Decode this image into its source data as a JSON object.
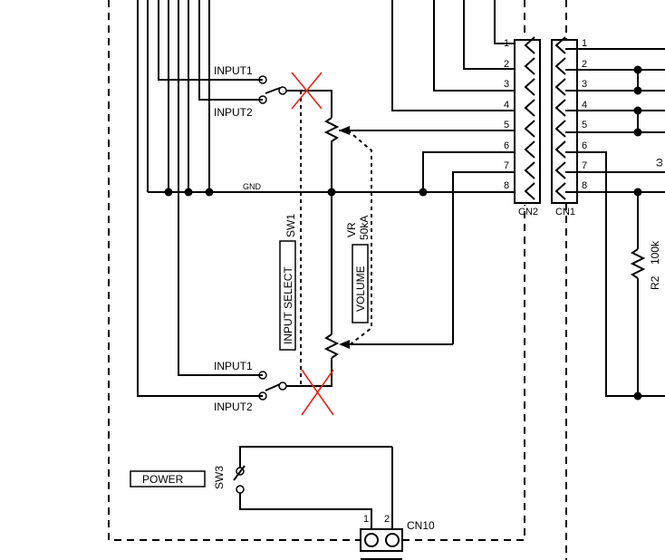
{
  "sw1": {
    "top_input1": "INPUT1",
    "top_input2": "INPUT2",
    "bottom_input1": "INPUT1",
    "bottom_input2": "INPUT2",
    "ref": "SW1",
    "function_label": "INPUT SELECT"
  },
  "vr": {
    "ref": "VR",
    "value": "50kA",
    "function_label": "VOLUME"
  },
  "gnd_label": "GND",
  "cn2": {
    "label": "CN2",
    "pins": [
      "1",
      "2",
      "3",
      "4",
      "5",
      "6",
      "7",
      "8"
    ]
  },
  "cn1": {
    "label": "CN1",
    "pins": [
      "1",
      "2",
      "3",
      "4",
      "5",
      "6",
      "7",
      "8"
    ]
  },
  "r2": {
    "ref": "R2",
    "value": "100k"
  },
  "sw3": {
    "ref": "SW3",
    "function_label": "POWER"
  },
  "cn10": {
    "label": "CN10",
    "pin1": "1",
    "pin2": "2"
  },
  "annotation_color": "#e8231c"
}
